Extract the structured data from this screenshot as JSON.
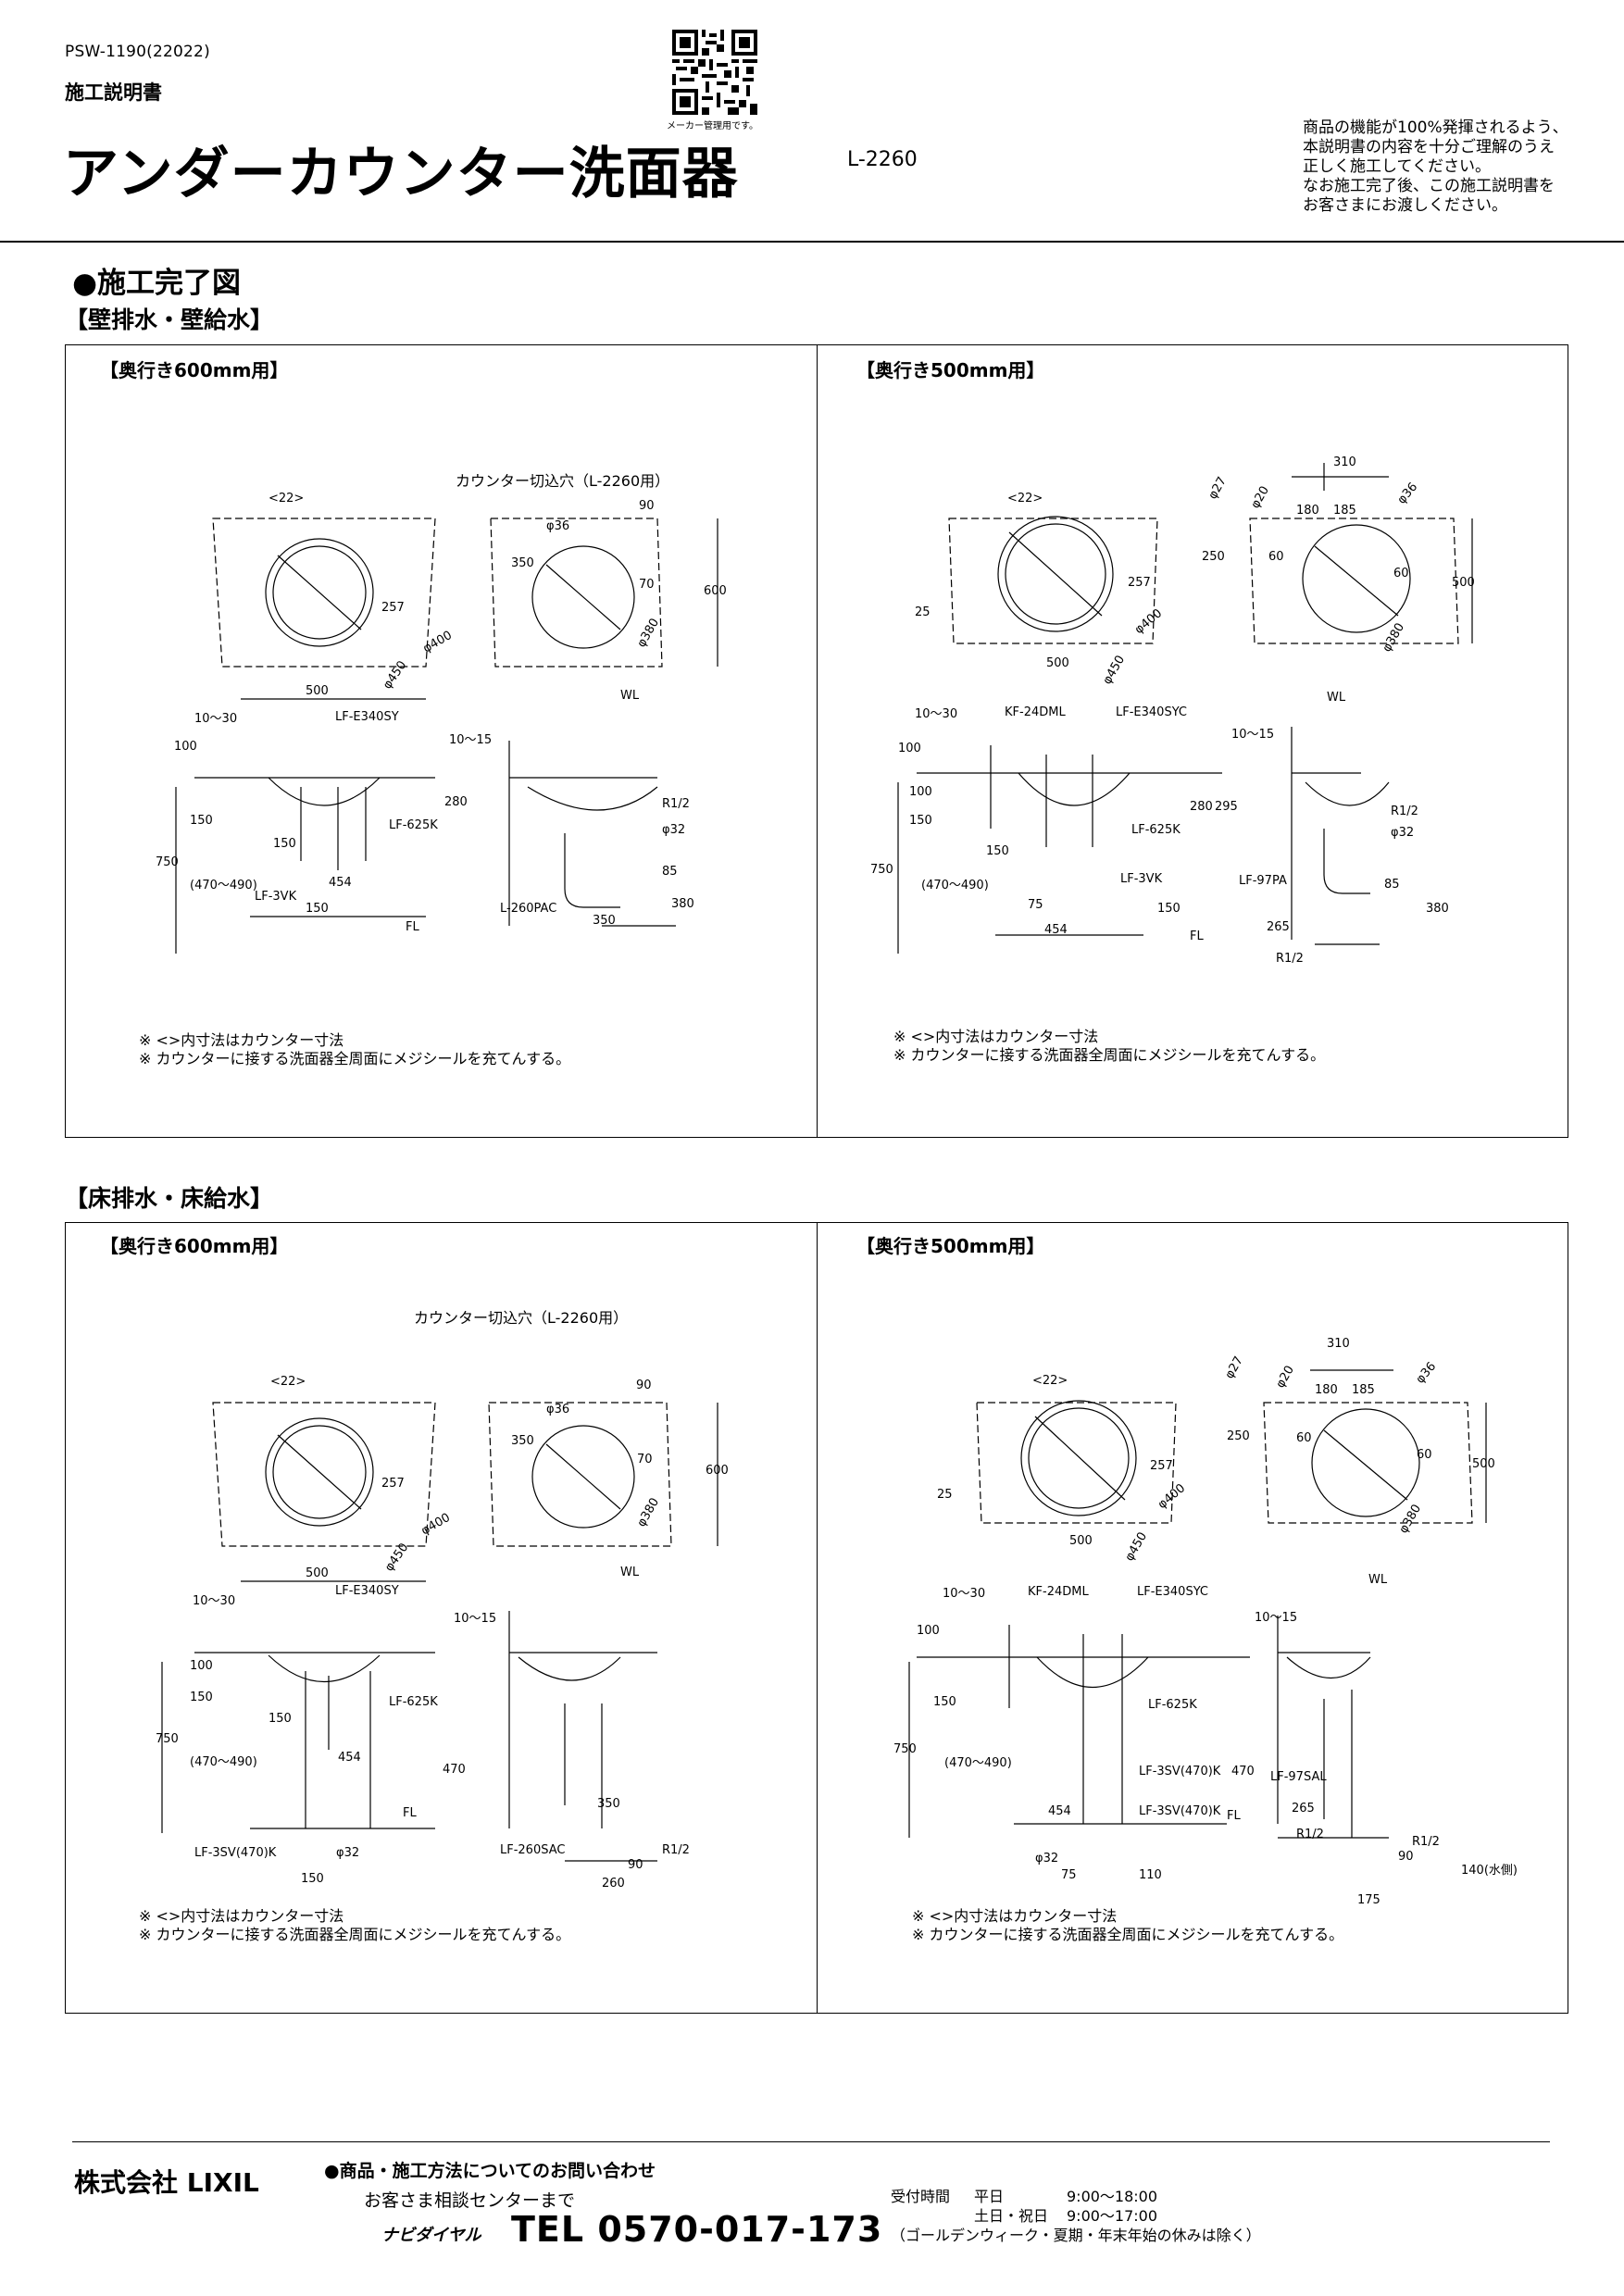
{
  "header": {
    "doc_code": "PSW-1190(22022)",
    "doc_kind": "施工説明書",
    "title": "アンダーカウンター洗面器",
    "model": "L-2260",
    "qr_caption": "メーカー管理用です。",
    "notice_lines": [
      "商品の機能が100%発揮されるよう、",
      "本説明書の内容を十分ご理解のうえ",
      "正しく施工してください。",
      "なお施工完了後、この施工説明書を",
      "お客さまにお渡しください。"
    ]
  },
  "section_title": "●施工完了図",
  "groups": [
    {
      "title": "【壁排水・壁給水】",
      "panels": [
        {
          "title": "【奥行き600mm用】",
          "cutout_title": "カウンター切込穴（L-2260用）",
          "top_dims": [
            "<22>",
            "257",
            "500",
            "φ400",
            "φ450",
            "90",
            "φ36",
            "350",
            "70",
            "φ380",
            "600"
          ],
          "front_dims": [
            "10〜30",
            "100",
            "LF-E340SY",
            "150",
            "LF-625K",
            "280",
            "150",
            "750",
            "(470〜490)",
            "454",
            "LF-3VK",
            "150",
            "FL"
          ],
          "side_dims": [
            "WL",
            "10〜15",
            "R1/2",
            "φ32",
            "85",
            "L-260PAC",
            "350",
            "380"
          ],
          "notes": [
            "※ <>内寸法はカウンター寸法",
            "※ カウンターに接する洗面器全周面にメジシールを充てんする。"
          ]
        },
        {
          "title": "【奥行き500mm用】",
          "top_dims": [
            "<22>",
            "310",
            "φ27",
            "φ20",
            "180",
            "185",
            "φ36",
            "250",
            "60",
            "60",
            "257",
            "25",
            "500",
            "φ400",
            "φ450",
            "φ380",
            "500"
          ],
          "front_dims": [
            "10〜30",
            "KF-24DML",
            "LF-E340SYC",
            "100",
            "100",
            "150",
            "280",
            "295",
            "LF-625K",
            "150",
            "750",
            "(470〜490)",
            "LF-3VK",
            "75",
            "150",
            "454",
            "FL"
          ],
          "side_dims": [
            "WL",
            "10〜15",
            "R1/2",
            "φ32",
            "LF-97PA",
            "85",
            "380",
            "265",
            "R1/2"
          ],
          "notes": [
            "※ <>内寸法はカウンター寸法",
            "※ カウンターに接する洗面器全周面にメジシールを充てんする。"
          ]
        }
      ]
    },
    {
      "title": "【床排水・床給水】",
      "panels": [
        {
          "title": "【奥行き600mm用】",
          "cutout_title": "カウンター切込穴（L-2260用）",
          "top_dims": [
            "<22>",
            "257",
            "500",
            "φ400",
            "φ450",
            "90",
            "φ36",
            "350",
            "70",
            "φ380",
            "600"
          ],
          "front_dims": [
            "10〜30",
            "LF-E340SY",
            "100",
            "150",
            "LF-625K",
            "150",
            "750",
            "(470〜490)",
            "454",
            "470",
            "LF-3SV(470)K",
            "φ32",
            "150",
            "FL"
          ],
          "side_dims": [
            "WL",
            "10〜15",
            "350",
            "LF-260SAC",
            "R1/2",
            "90",
            "260"
          ],
          "notes": [
            "※ <>内寸法はカウンター寸法",
            "※ カウンターに接する洗面器全周面にメジシールを充てんする。"
          ]
        },
        {
          "title": "【奥行き500mm用】",
          "top_dims": [
            "<22>",
            "310",
            "φ27",
            "φ20",
            "180",
            "185",
            "φ36",
            "250",
            "60",
            "60",
            "257",
            "25",
            "500",
            "φ400",
            "φ450",
            "φ380",
            "500"
          ],
          "front_dims": [
            "10〜30",
            "KF-24DML",
            "LF-E340SYC",
            "100",
            "150",
            "LF-625K",
            "750",
            "(470〜490)",
            "LF-3SV(470)K",
            "470",
            "454",
            "LF-3SV(470)K",
            "φ32",
            "75",
            "110",
            "FL"
          ],
          "side_dims": [
            "WL",
            "10〜15",
            "LF-97SAL",
            "265",
            "R1/2",
            "R1/2",
            "90",
            "140(水側)",
            "175"
          ],
          "notes": [
            "※ <>内寸法はカウンター寸法",
            "※ カウンターに接する洗面器全周面にメジシールを充てんする。"
          ]
        }
      ]
    }
  ],
  "footer": {
    "company": "株式会社 LIXIL",
    "inquiry_title": "●商品・施工方法についてのお問い合わせ",
    "center": "お客さま相談センターまで",
    "navi_label": "ナビダイヤル",
    "tel": "TEL 0570-017-173",
    "hours_label": "受付時間",
    "hours": [
      {
        "day": "平日",
        "time": "9:00〜18:00"
      },
      {
        "day": "土日・祝日",
        "time": "9:00〜17:00"
      }
    ],
    "hours_note": "（ゴールデンウィーク・夏期・年末年始の休みは除く）"
  }
}
